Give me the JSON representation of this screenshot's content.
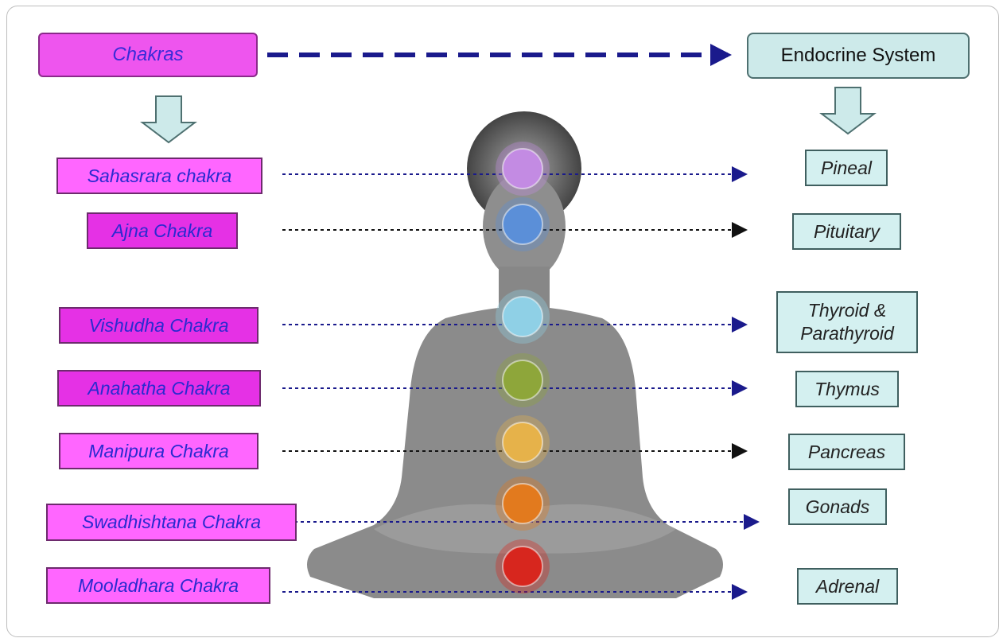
{
  "header": {
    "left_label": "Chakras",
    "right_label": "Endocrine System"
  },
  "chakras": [
    {
      "label": "Sahasrara chakra",
      "color": "#c38be3"
    },
    {
      "label": "Ajna Chakra",
      "color": "#5b8fd8"
    },
    {
      "label": "Vishudha Chakra",
      "color": "#8fd0e6"
    },
    {
      "label": "Anahatha Chakra",
      "color": "#8ea63a"
    },
    {
      "label": "Manipura Chakra",
      "color": "#e6b24a"
    },
    {
      "label": "Swadhishtana Chakra",
      "color": "#e27a1e"
    },
    {
      "label": "Mooladhara Chakra",
      "color": "#d7261e"
    }
  ],
  "glands": [
    {
      "label": "Pineal"
    },
    {
      "label": "Pituitary"
    },
    {
      "line1": "Thyroid &",
      "line2": "Parathyroid"
    },
    {
      "label": "Thymus"
    },
    {
      "label": "Pancreas"
    },
    {
      "label": "Gonads"
    },
    {
      "label": "Adrenal"
    }
  ],
  "colors": {
    "connector_blue": "#1a1a8c",
    "connector_black": "#111111",
    "chakra_fill": "#ff66ff",
    "gland_fill": "#d4f0f0",
    "figure_gray": "#7d7d7d"
  }
}
